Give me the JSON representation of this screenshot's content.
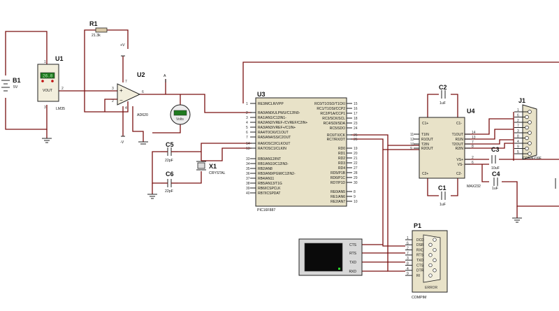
{
  "components": {
    "b1": {
      "ref": "B1",
      "value": "5V"
    },
    "u1": {
      "ref": "U1",
      "value": "LM35",
      "display": "26.0",
      "pin_vout": "VOUT",
      "pin1": "1",
      "pin2": "2",
      "pin3": "3"
    },
    "r1": {
      "ref": "R1",
      "value": "21.3k"
    },
    "u2": {
      "ref": "U2",
      "value": "AD620",
      "pin3": "3",
      "pin2": "2",
      "pin6": "6",
      "pin7": "7",
      "pin4": "4",
      "vpos": "+V",
      "vneg": "-V"
    },
    "probe": {
      "label": "A"
    },
    "voltmeter": {
      "label": "Volts"
    },
    "c5": {
      "ref": "C5",
      "value": "22pF"
    },
    "c6": {
      "ref": "C6",
      "value": "22pF"
    },
    "x1": {
      "ref": "X1",
      "value": "CRYSTAL"
    },
    "u3": {
      "ref": "U3",
      "value": "PIC16F887",
      "left_pins": [
        {
          "num": "1",
          "name": "RE3/MCLR/VPP"
        },
        {
          "num": "2",
          "name": "RA0/AN0/ULPWU/C12IN0-"
        },
        {
          "num": "3",
          "name": "RA1/AN1/C12IN1-"
        },
        {
          "num": "4",
          "name": "RA2/AN2/VREF-/CVREF/C2IN+"
        },
        {
          "num": "5",
          "name": "RA3/AN3/VREF+/C1IN+"
        },
        {
          "num": "6",
          "name": "RA4/T0CKI/C1OUT"
        },
        {
          "num": "7",
          "name": "RA5/AN4/SS/C2OUT"
        },
        {
          "num": "14",
          "name": "RA6/OSC2/CLKOUT"
        },
        {
          "num": "13",
          "name": "RA7/OSC1/CLKIN"
        },
        {
          "num": "33",
          "name": "RB0/AN12/INT"
        },
        {
          "num": "34",
          "name": "RB1/AN10/C12IN3-"
        },
        {
          "num": "35",
          "name": "RB2/AN8"
        },
        {
          "num": "36",
          "name": "RB3/AN9/PGM/C12IN2-"
        },
        {
          "num": "37",
          "name": "RB4/AN11"
        },
        {
          "num": "38",
          "name": "RB5/AN13/T1G"
        },
        {
          "num": "39",
          "name": "RB6/ICSPCLK"
        },
        {
          "num": "40",
          "name": "RB7/ICSPDAT"
        }
      ],
      "right_pins": [
        {
          "num": "15",
          "name": "RC0/T1OSO/T1CKI"
        },
        {
          "num": "16",
          "name": "RC1/T1OSI/CCP2"
        },
        {
          "num": "17",
          "name": "RC2/P1A/CCP1"
        },
        {
          "num": "18",
          "name": "RC3/SCK/SCL"
        },
        {
          "num": "23",
          "name": "RC4/SDI/SDA"
        },
        {
          "num": "24",
          "name": "RC5/SDO"
        },
        {
          "num": "25",
          "name": "RC6/TX/CK"
        },
        {
          "num": "26",
          "name": "RC7/RX/DT"
        },
        {
          "num": "19",
          "name": "RD0"
        },
        {
          "num": "20",
          "name": "RD1"
        },
        {
          "num": "21",
          "name": "RD2"
        },
        {
          "num": "22",
          "name": "RD3"
        },
        {
          "num": "27",
          "name": "RD4"
        },
        {
          "num": "28",
          "name": "RD5/P1B"
        },
        {
          "num": "29",
          "name": "RD6/P1C"
        },
        {
          "num": "30",
          "name": "RD7/P1D"
        },
        {
          "num": "8",
          "name": "RE0/AN5"
        },
        {
          "num": "9",
          "name": "RE1/AN6"
        },
        {
          "num": "10",
          "name": "RE2/AN7"
        }
      ]
    },
    "u4": {
      "ref": "U4",
      "value": "MAX232",
      "top_left": "C1+",
      "top_right": "C1-",
      "bottom_left": "C2+",
      "bottom_right": "C2-",
      "left_pins": [
        {
          "num": "11",
          "name": "T1IN"
        },
        {
          "num": "12",
          "name": "R1OUT"
        },
        {
          "num": "10",
          "name": "T2IN"
        },
        {
          "num": "9",
          "name": "R2OUT"
        }
      ],
      "right_pins": [
        {
          "num": "14",
          "name": "T1OUT"
        },
        {
          "num": "13",
          "name": "R1IN"
        },
        {
          "num": "7",
          "name": "T2OUT"
        },
        {
          "num": "8",
          "name": "R2IN"
        },
        {
          "num": "2",
          "name": "VS+"
        },
        {
          "num": "6",
          "name": "VS-"
        }
      ]
    },
    "c2": {
      "ref": "C2",
      "value": "1uF"
    },
    "c1": {
      "ref": "C1",
      "value": "1uF"
    },
    "c3": {
      "ref": "C3",
      "value": "10uF"
    },
    "c4": {
      "ref": "C4",
      "value": "1uF"
    },
    "j1": {
      "ref": "J1",
      "value": "CONN-D9F",
      "pins": [
        "1",
        "6",
        "2",
        "7",
        "3",
        "8",
        "4",
        "9",
        "5"
      ]
    },
    "terminal": {
      "pins": [
        "CTS",
        "RTS",
        "TXD",
        "RXD"
      ]
    },
    "p1": {
      "ref": "P1",
      "value": "COMPIM",
      "error": "ERROR",
      "pins": [
        "DCD",
        "DSR",
        "RXD",
        "RTS",
        "TXD",
        "CTS",
        "DTR",
        "RI"
      ],
      "pin_numbers": [
        "1",
        "6",
        "2",
        "7",
        "3",
        "8",
        "4",
        "9"
      ]
    }
  }
}
